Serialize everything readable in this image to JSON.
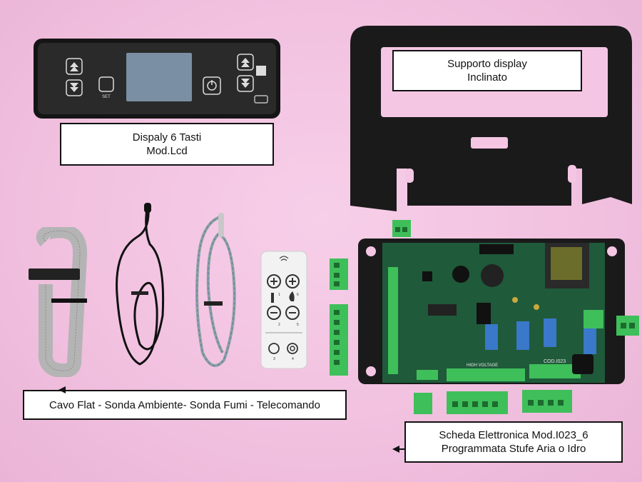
{
  "labels": {
    "display": {
      "line1": "Dispaly 6 Tasti",
      "line2": "Mod.Lcd"
    },
    "bracket": {
      "line1": "Supporto display",
      "line2": "Inclinato"
    },
    "accessories": {
      "line1": "Cavo Flat - Sonda Ambiente- Sonda Fumi - Telecomando"
    },
    "board": {
      "line1": "Scheda Elettronica Mod.I023_6",
      "line2": "Programmata Stufe Aria o Idro"
    }
  },
  "board_print": {
    "model": "COD.I023",
    "voltage": "HIGH VOLTAGE"
  },
  "remote_keys": {
    "k1": "1",
    "k2": "2",
    "k3": "3",
    "k4": "4",
    "k5": "5",
    "k6": "6"
  },
  "display_keys": {
    "set": "SET"
  },
  "colors": {
    "background": "#f4c6e4",
    "pcb": "#1f5a3a",
    "connector": "#3fbf5a",
    "panel": "#1e1e1e",
    "screen": "#7a8fa3"
  }
}
